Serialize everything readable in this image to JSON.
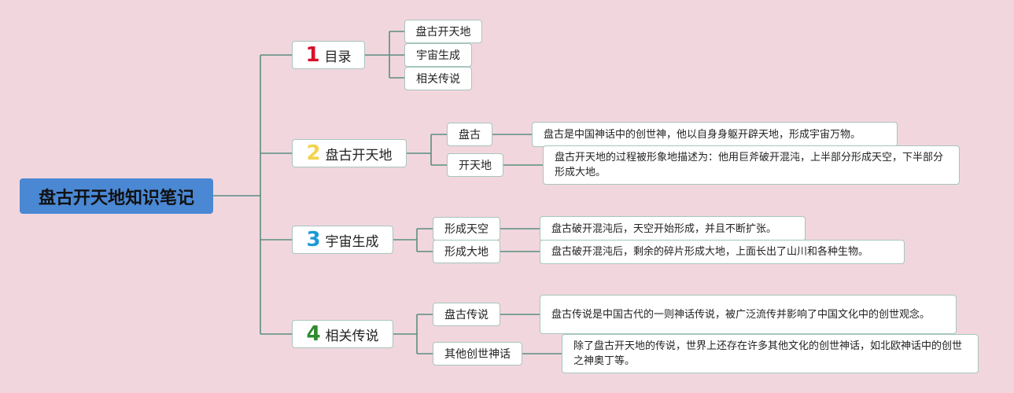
{
  "root": "盘古开天地知识笔记",
  "colors": {
    "background": "#f2d6de",
    "root": "#4a88d4",
    "line": "#5b8d80",
    "num1": "#d8102c",
    "num2": "#f2d34a",
    "num3": "#1a9ad8",
    "num4": "#2e8b2e"
  },
  "sections": [
    {
      "num": "1",
      "label": "目录"
    },
    {
      "num": "2",
      "label": "盘古开天地"
    },
    {
      "num": "3",
      "label": "宇宙生成"
    },
    {
      "num": "4",
      "label": "相关传说"
    }
  ],
  "toc_items": [
    "盘古开天地",
    "宇宙生成",
    "相关传说"
  ],
  "subs": [
    {
      "label": "盘古",
      "desc": "盘古是中国神话中的创世神，他以自身身躯开辟天地，形成宇宙万物。"
    },
    {
      "label": "开天地",
      "desc": "盘古开天地的过程被形象地描述为：他用巨斧破开混沌，上半部分形成天空，下半部分形成大地。"
    },
    {
      "label": "形成天空",
      "desc": "盘古破开混沌后，天空开始形成，并且不断扩张。"
    },
    {
      "label": "形成大地",
      "desc": "盘古破开混沌后，剩余的碎片形成大地，上面长出了山川和各种生物。"
    },
    {
      "label": "盘古传说",
      "desc": "盘古传说是中国古代的一则神话传说，被广泛流传并影响了中国文化中的创世观念。"
    },
    {
      "label": "其他创世神话",
      "desc": "除了盘古开天地的传说，世界上还存在许多其他文化的创世神话，如北欧神话中的创世之神奥丁等。"
    }
  ]
}
